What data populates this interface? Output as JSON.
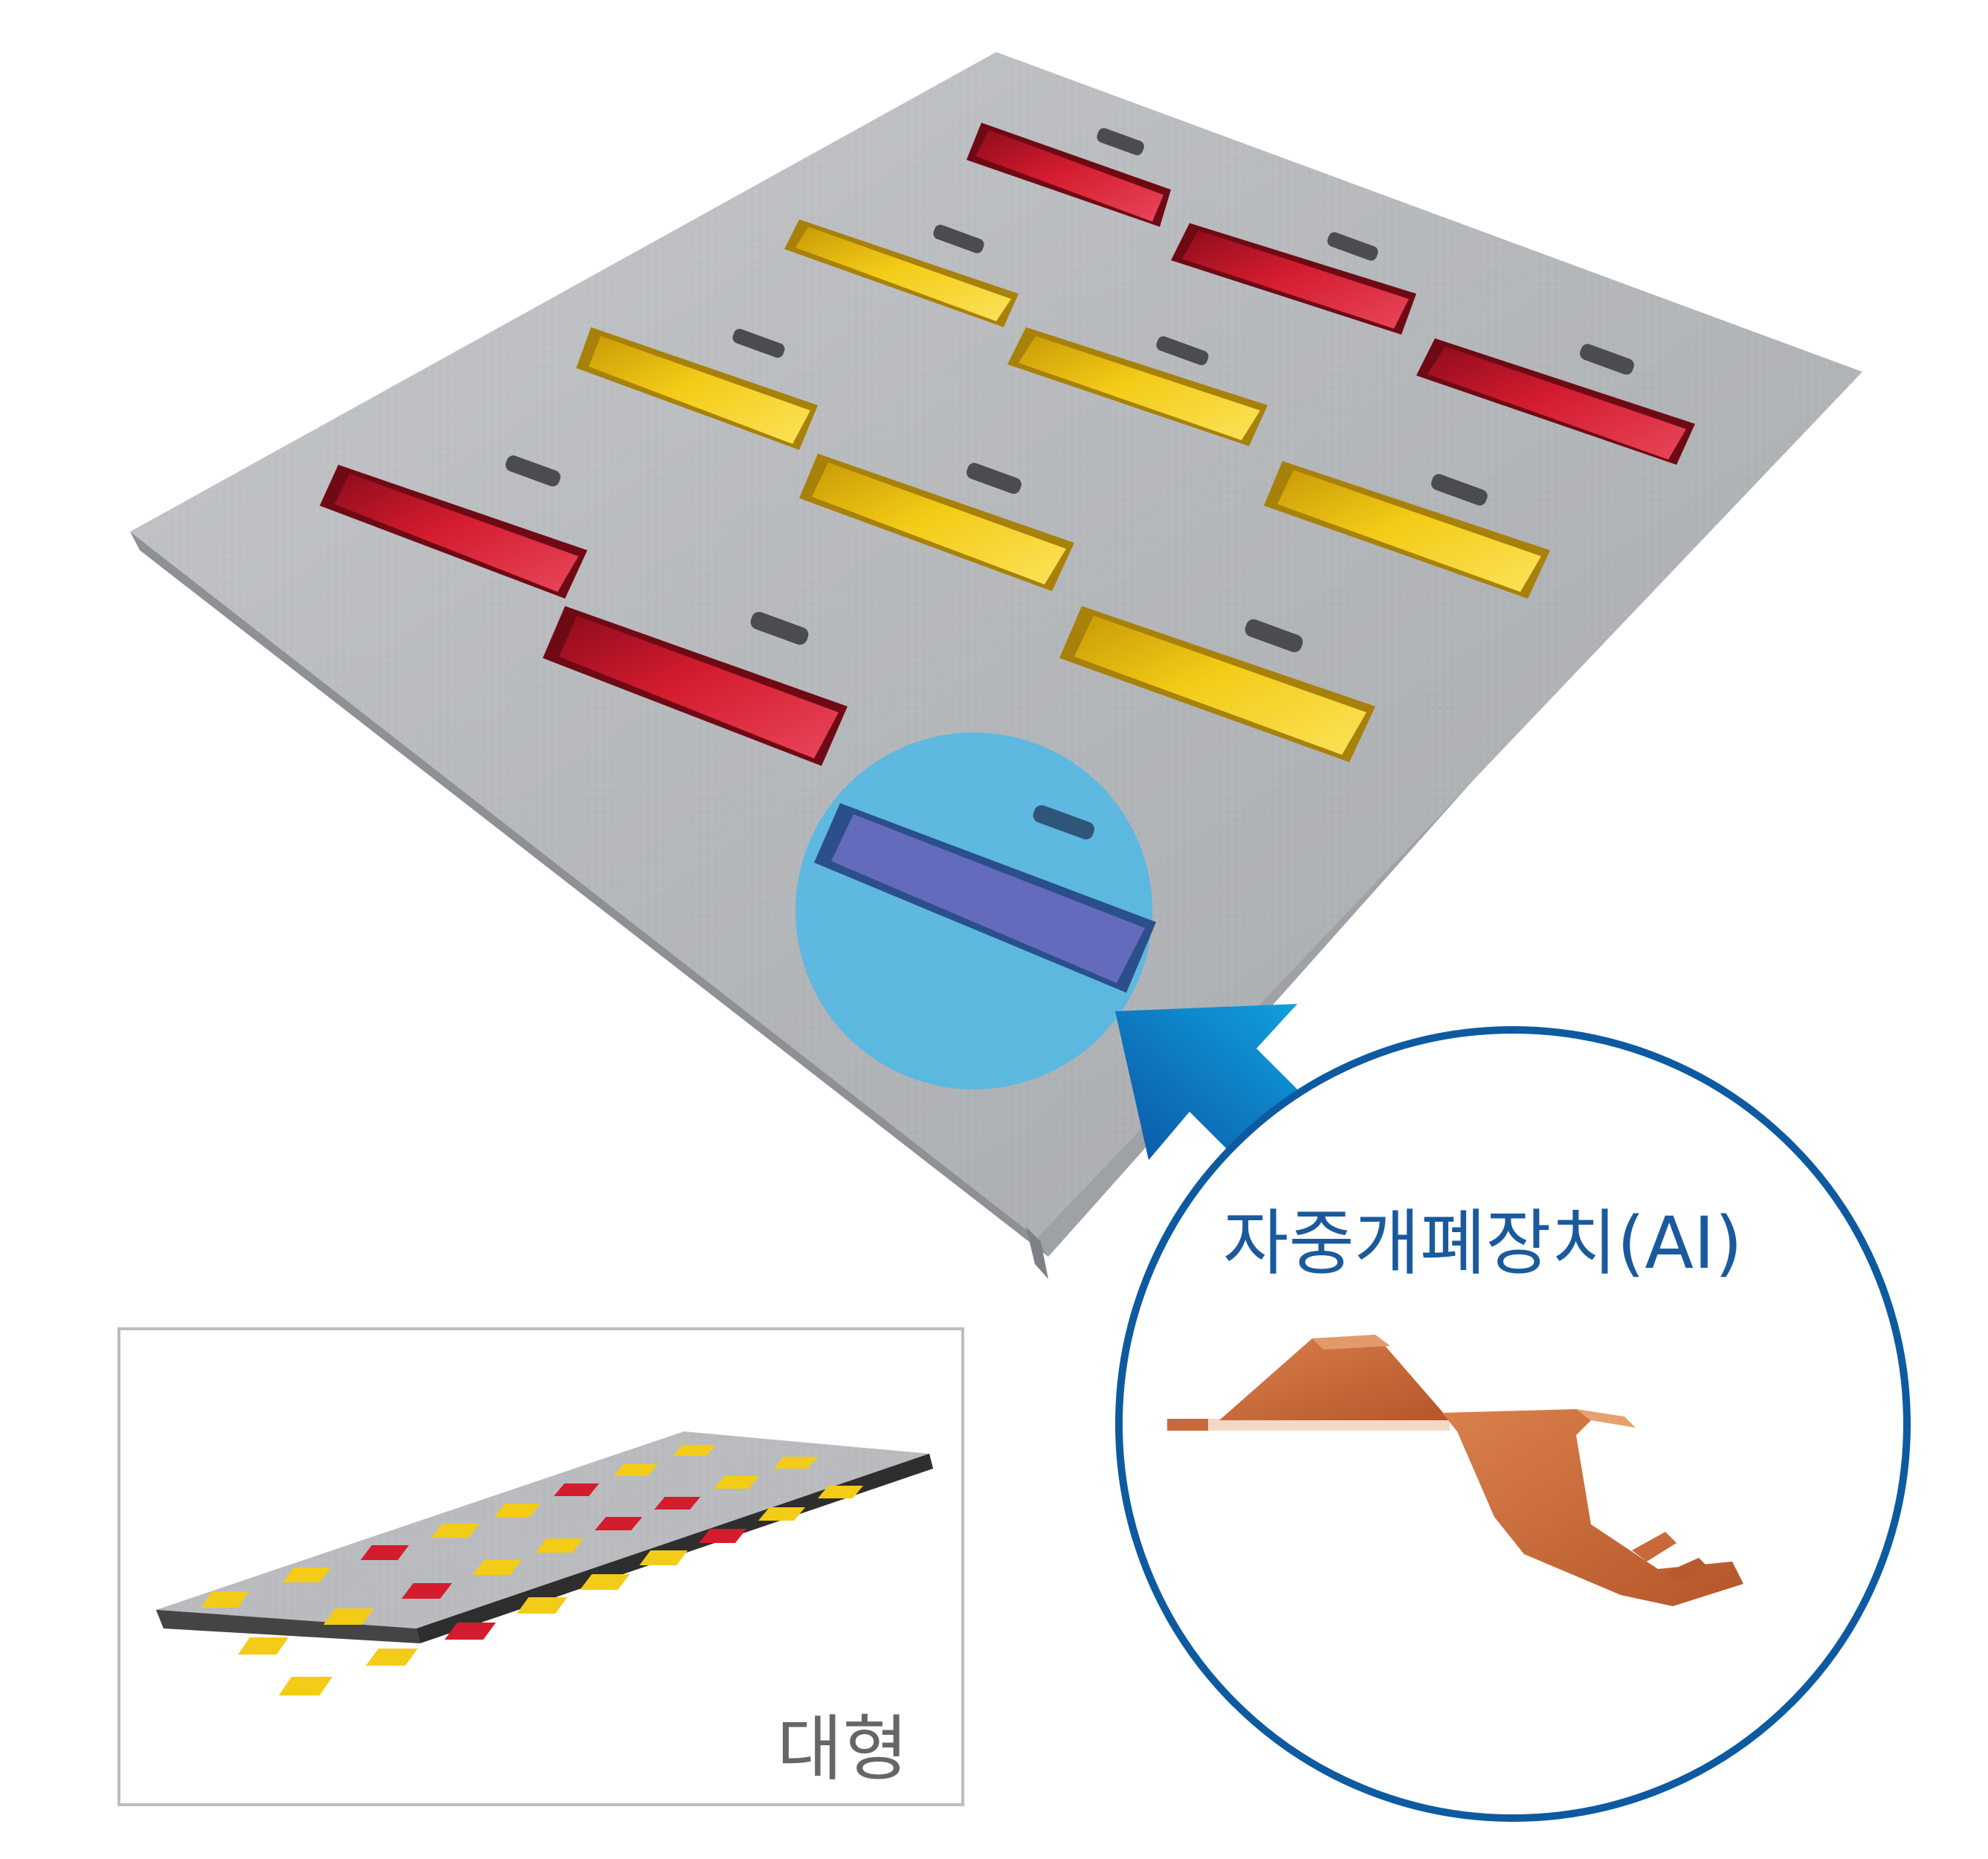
{
  "callout": {
    "label": "자중개폐장치(AI)",
    "ring_color": "#0d5aa0",
    "arrow_color": "#0a74c8",
    "highlight_color": "#4fb8e6",
    "part_color": "#c8693a"
  },
  "inset": {
    "label": "대형",
    "border_color": "#bdbdbd"
  },
  "plate": {
    "surface_color": "#b9bbbe",
    "reflector_colors": [
      "#d41c2f",
      "#f3cc17"
    ],
    "reflector_count": 11
  }
}
